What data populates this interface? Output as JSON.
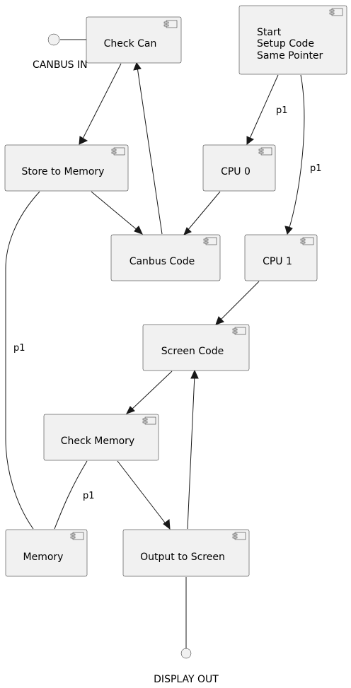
{
  "components": {
    "check_can": "Check Can",
    "setup": [
      "Start",
      "Setup Code",
      "Same Pointer"
    ],
    "store_to_memory": "Store to Memory",
    "cpu0": "CPU 0",
    "canbus_code": "Canbus Code",
    "cpu1": "CPU 1",
    "screen_code": "Screen Code",
    "check_memory": "Check Memory",
    "memory": "Memory",
    "output_to_screen": "Output to Screen"
  },
  "interfaces": {
    "canbus_in": "CANBUS IN",
    "display_out": "DISPLAY OUT"
  },
  "edge_labels": {
    "setup_to_cpu0": "p1",
    "setup_to_cpu1": "p1",
    "store_to_memory_link": "p1",
    "check_memory_to_memory": "p1"
  },
  "colors": {
    "node_fill": "#f1f1f1",
    "stroke": "#181818",
    "text": "#000000"
  }
}
